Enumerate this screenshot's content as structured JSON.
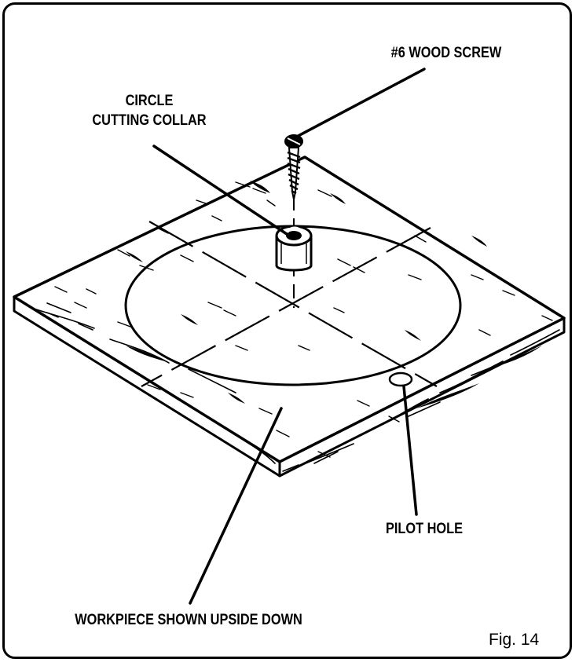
{
  "labels": {
    "screw": "#6 WOOD SCREW",
    "collar_line1": "CIRCLE",
    "collar_line2": "CUTTING COLLAR",
    "pilot": "PILOT HOLE",
    "workpiece": "WORKPIECE SHOWN UPSIDE DOWN"
  },
  "figure_number": "Fig. 14"
}
